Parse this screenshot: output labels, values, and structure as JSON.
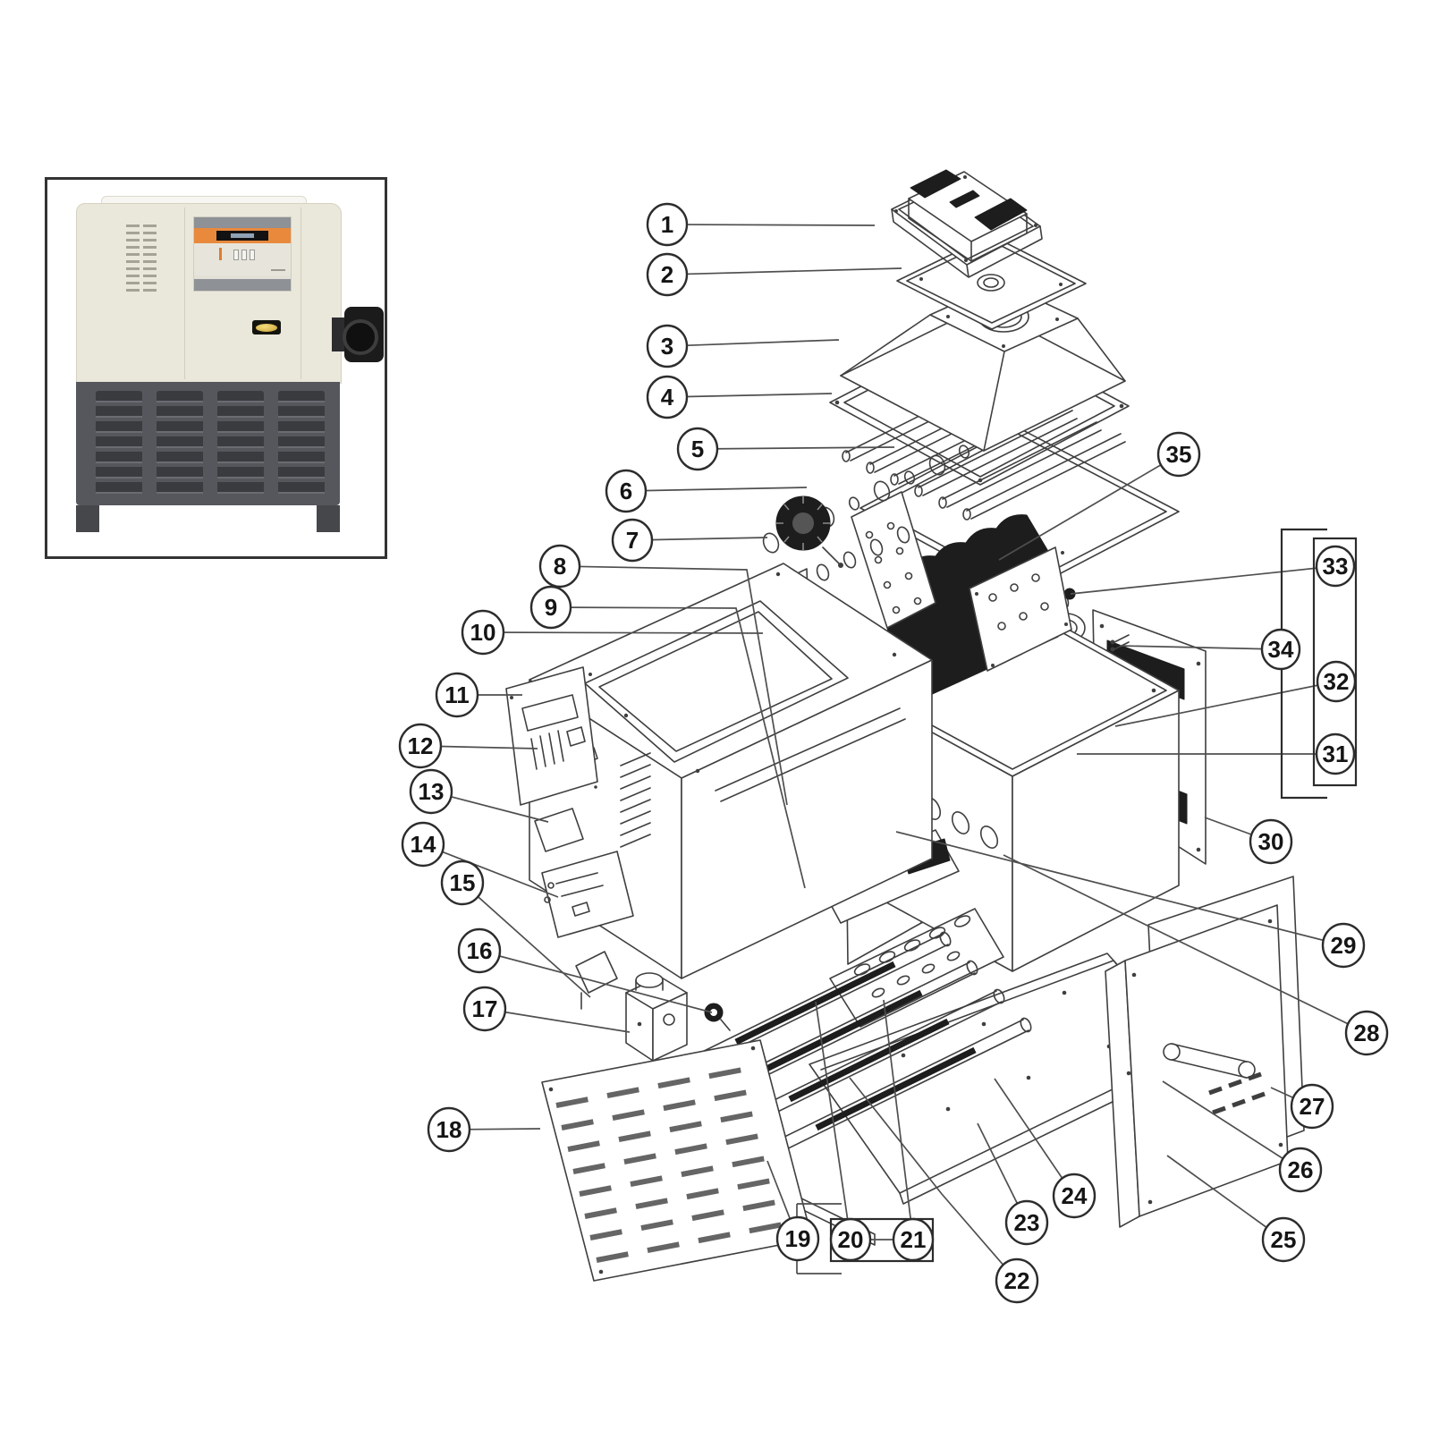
{
  "colors": {
    "line": "#3f3f3f",
    "ink": "#1d1d1d",
    "orange": "#e8893c",
    "cream": "#eae7db",
    "darkbody": "#55575c",
    "gold": "#c9a035"
  },
  "callouts": [
    {
      "label": "1"
    },
    {
      "label": "2"
    },
    {
      "label": "3"
    },
    {
      "label": "4"
    },
    {
      "label": "5"
    },
    {
      "label": "6"
    },
    {
      "label": "7"
    },
    {
      "label": "8"
    },
    {
      "label": "9"
    },
    {
      "label": "10"
    },
    {
      "label": "11"
    },
    {
      "label": "12"
    },
    {
      "label": "13"
    },
    {
      "label": "14"
    },
    {
      "label": "15"
    },
    {
      "label": "16"
    },
    {
      "label": "17"
    },
    {
      "label": "18"
    },
    {
      "label": "19"
    },
    {
      "label": "20"
    },
    {
      "label": "21"
    },
    {
      "label": "22"
    },
    {
      "label": "23"
    },
    {
      "label": "24"
    },
    {
      "label": "25"
    },
    {
      "label": "26"
    },
    {
      "label": "27"
    },
    {
      "label": "28"
    },
    {
      "label": "29"
    },
    {
      "label": "30"
    },
    {
      "label": "31"
    },
    {
      "label": "32"
    },
    {
      "label": "33"
    },
    {
      "label": "34"
    },
    {
      "label": "35"
    }
  ]
}
